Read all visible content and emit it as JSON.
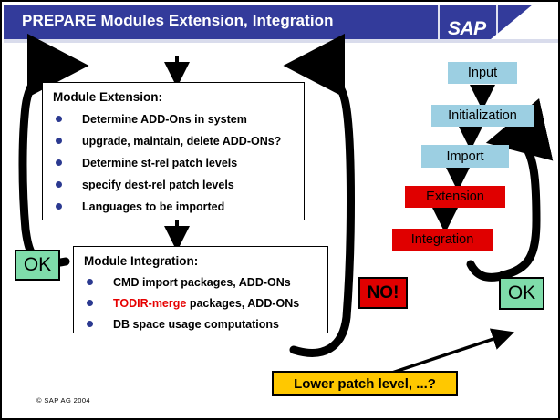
{
  "header": {
    "title": "PREPARE Modules Extension, Integration",
    "logo": "SAP"
  },
  "module_extension": {
    "title": "Module Extension:",
    "bullets": [
      "Determine ADD-Ons in system",
      "upgrade, maintain, delete ADD-ONs?",
      "Determine st-rel patch levels",
      "specify dest-rel patch levels",
      "Languages to be imported"
    ]
  },
  "module_integration": {
    "title": "Module Integration:",
    "bullets": [
      {
        "text": "CMD import packages, ADD-ONs",
        "highlight": ""
      },
      {
        "text": " packages, ADD-ONs",
        "highlight": "TODIR-merge"
      },
      {
        "text": "DB space usage computations",
        "highlight": ""
      }
    ]
  },
  "flow": {
    "steps": [
      {
        "label": "Input",
        "color": "#9ccfe2"
      },
      {
        "label": "Initialization",
        "color": "#9ccfe2"
      },
      {
        "label": "Import",
        "color": "#9ccfe2"
      },
      {
        "label": "Extension",
        "color": "#e00000"
      },
      {
        "label": "Integration",
        "color": "#e00000"
      }
    ]
  },
  "status": {
    "ok_left": "OK",
    "ok_right": "OK",
    "no": "NO!",
    "question": "Lower patch level, ...?"
  },
  "footer": {
    "copyright": "©   SAP AG 2004"
  },
  "colors": {
    "header_blue": "#333b9b",
    "header_underline": "#d9dcec",
    "bullet_navy": "#2b3990",
    "flow_blue": "#9ccfe2",
    "flow_red": "#e00000",
    "status_green": "#7fdcaa",
    "status_yellow": "#ffc800",
    "accent_red_text": "#e60000"
  }
}
